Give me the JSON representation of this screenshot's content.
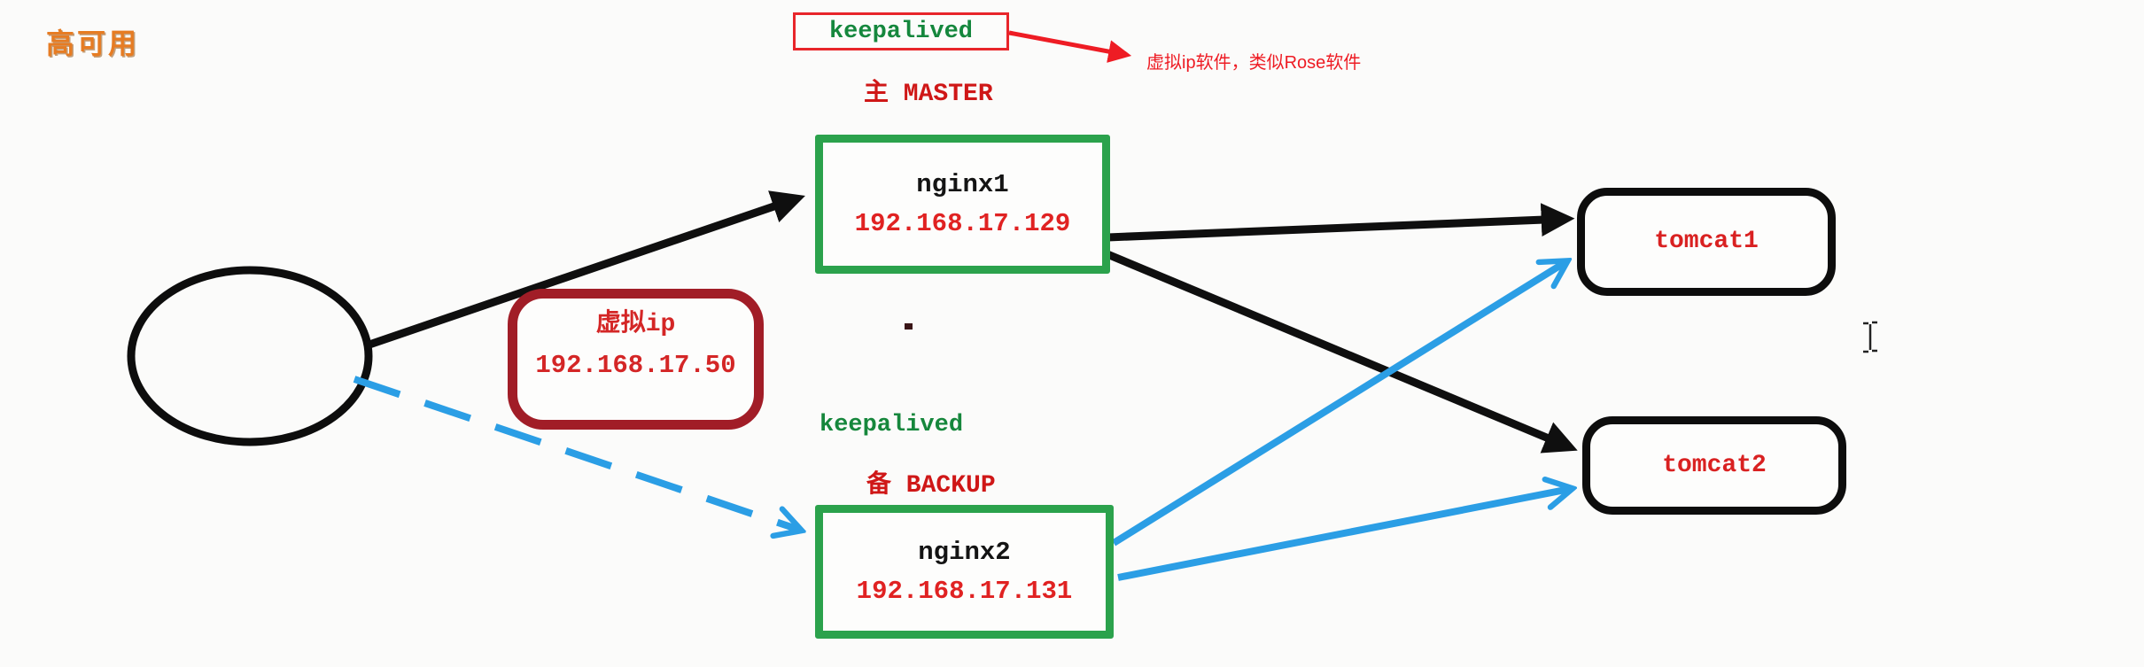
{
  "title": "高可用",
  "keepalived_callout": {
    "label": "keepalived",
    "note": "虚拟ip软件，类似Rose软件"
  },
  "roles": {
    "master": "主 MASTER",
    "backup": "备 BACKUP",
    "backup_keepalived": "keepalived"
  },
  "nodes": {
    "virtual_ip": {
      "name": "虚拟ip",
      "ip": "192.168.17.50"
    },
    "nginx1": {
      "name": "nginx1",
      "ip": "192.168.17.129"
    },
    "nginx2": {
      "name": "nginx2",
      "ip": "192.168.17.131"
    },
    "tomcat1": {
      "name": "tomcat1"
    },
    "tomcat2": {
      "name": "tomcat2"
    }
  },
  "icons": {
    "text_cursor": "text-cursor-icon"
  },
  "colors": {
    "title_orange": "#e67c23",
    "green_border": "#2ba24c",
    "green_text": "#16873c",
    "red_text": "#d92121",
    "maroon_border": "#a11d27",
    "callout_red": "#ee1c24",
    "black_line": "#0f0f0f",
    "blue_line": "#2b9ee5",
    "background": "#fbfbfa"
  }
}
